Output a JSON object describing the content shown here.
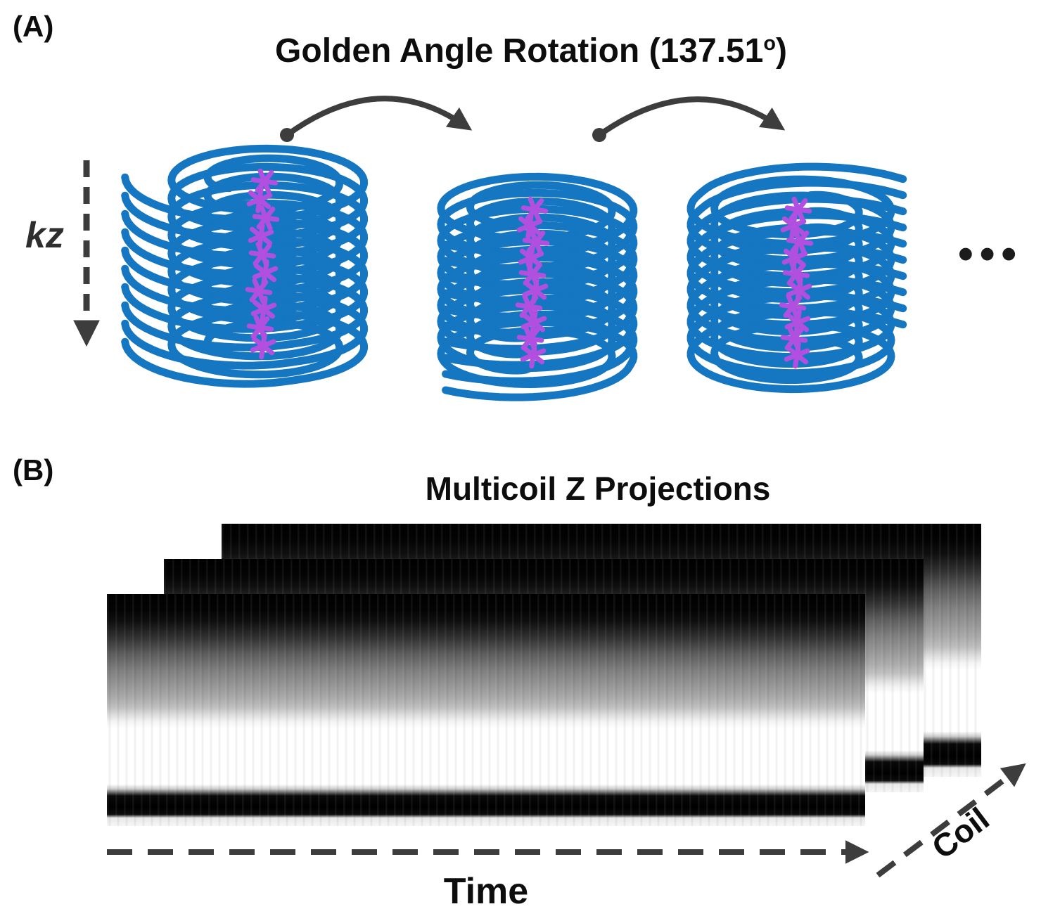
{
  "figure": {
    "panelA": {
      "label": "(A)",
      "title_main": "Golden Angle Rotation (137.51",
      "title_sup": "o",
      "title_end": ")",
      "kz_label": "kz",
      "ellipsis": "•••"
    },
    "panelB": {
      "label": "(B)",
      "title": "Multicoil Z Projections",
      "time_label": "Time",
      "coil_label": "Coil"
    },
    "colors": {
      "spiral_blue": "#1576c2",
      "marker_purple": "#b14fe0",
      "arrow_gray": "#3d3d3d"
    }
  }
}
